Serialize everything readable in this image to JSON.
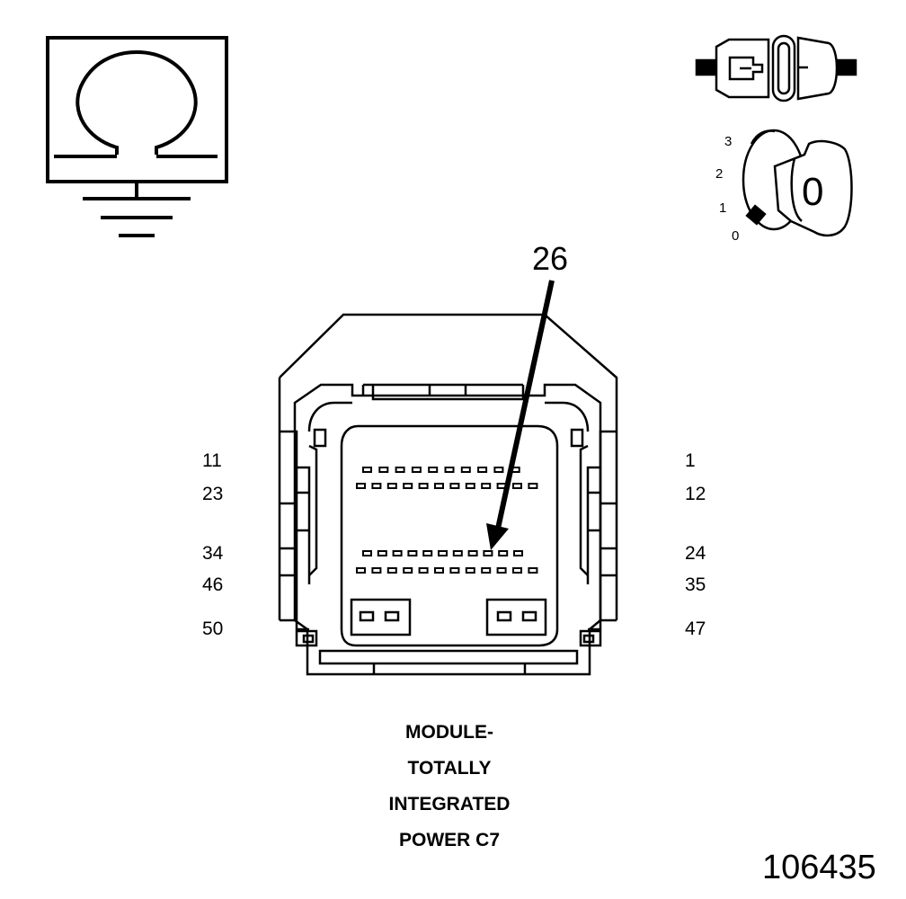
{
  "diagram": {
    "icons": [
      "ground-resistance-icon",
      "connector-disconnect-icon",
      "ignition-key-off-icon"
    ],
    "ignition_positions": [
      "3",
      "2",
      "1",
      "0"
    ],
    "ignition_key_label": "0",
    "callout": "26",
    "pin_labels_left": [
      "11",
      "23",
      "34",
      "46",
      "50"
    ],
    "pin_labels_right": [
      "1",
      "12",
      "24",
      "35",
      "47"
    ],
    "caption": [
      "MODULE-",
      "TOTALLY",
      "INTEGRATED",
      "POWER C7"
    ],
    "figure_number": "106435"
  }
}
